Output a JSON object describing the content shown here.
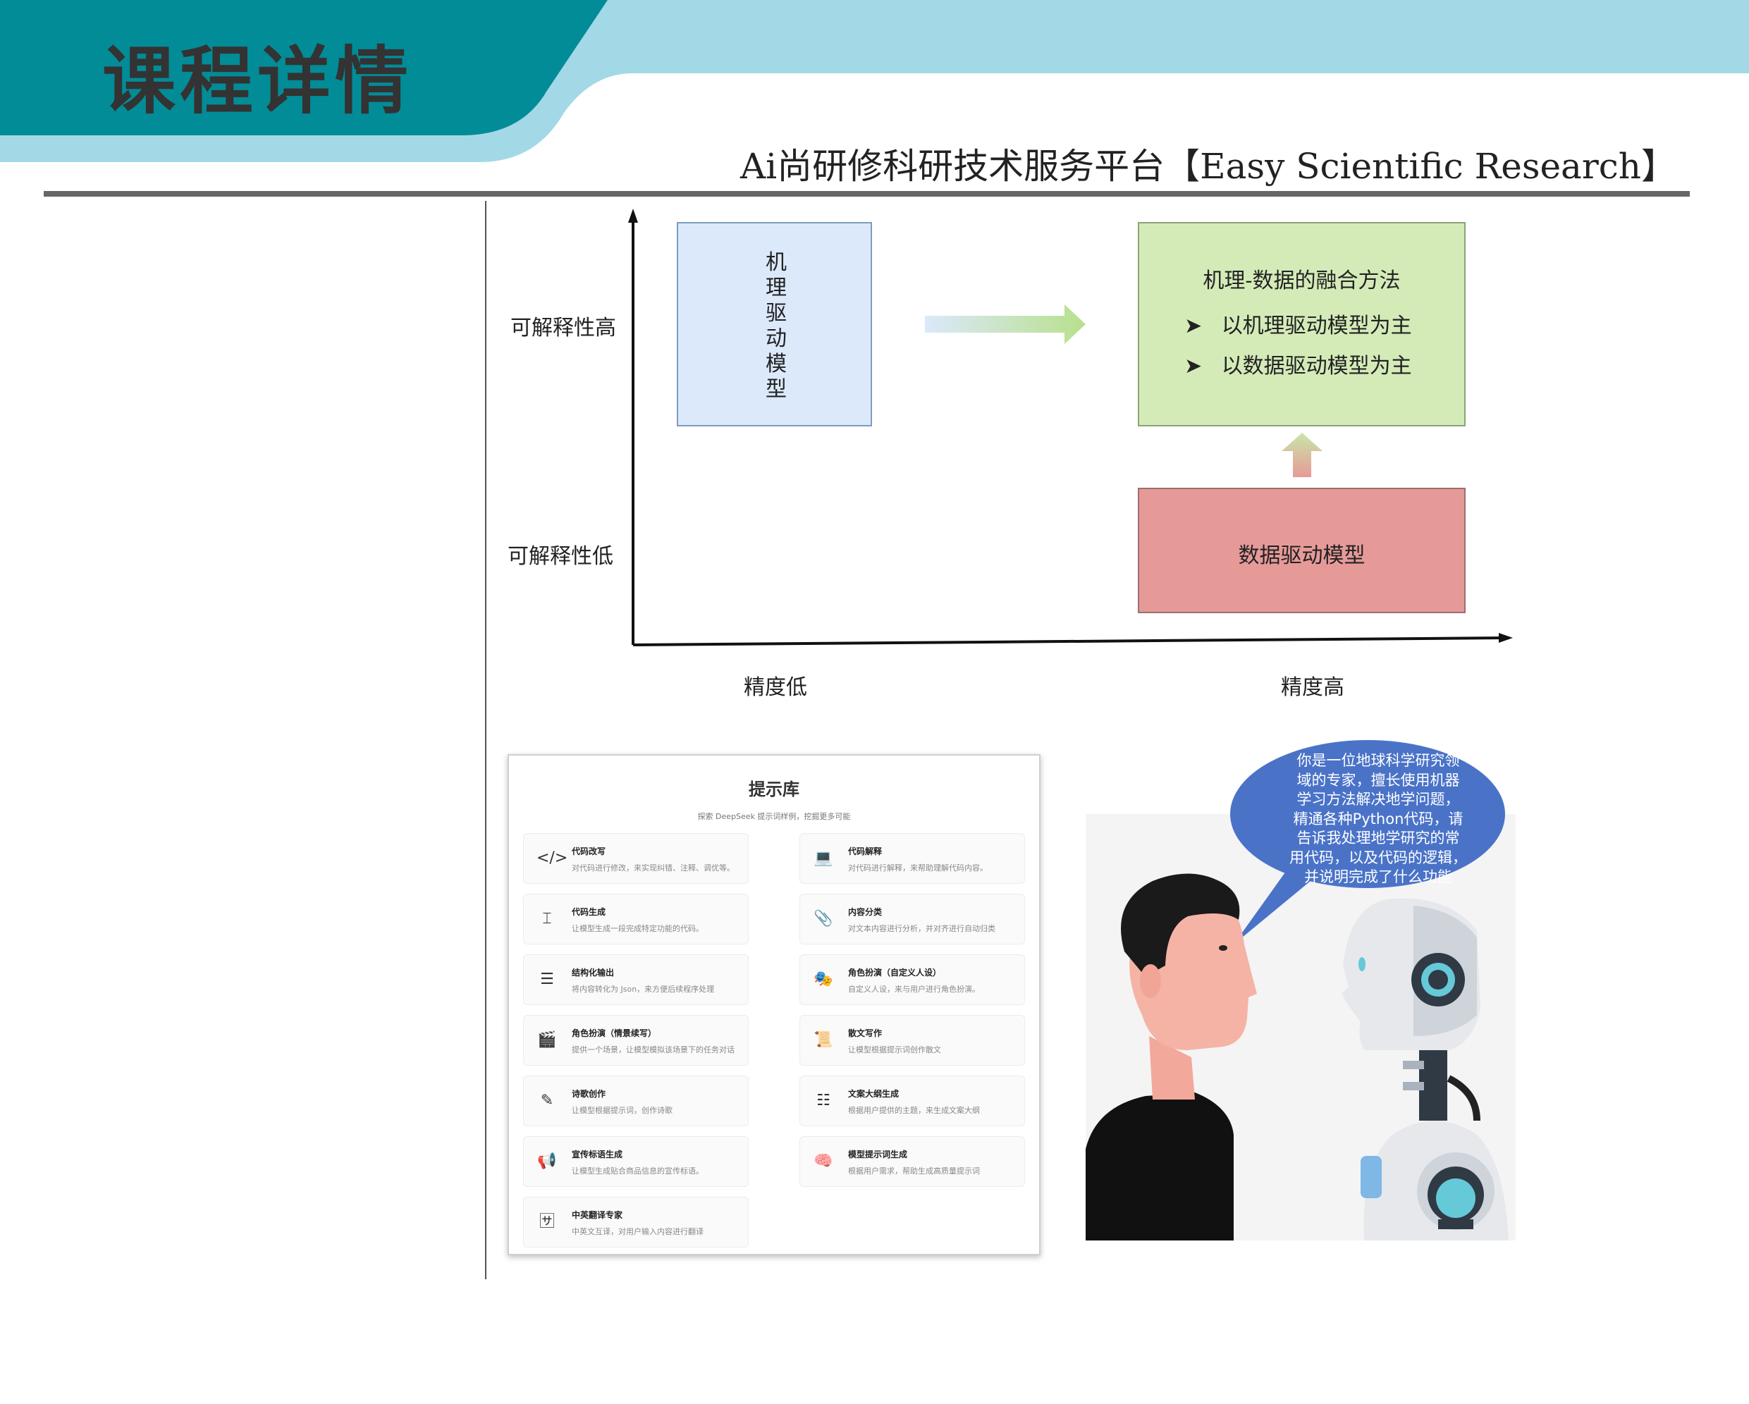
{
  "header": {
    "title": "课程详情",
    "platform": "Ai尚研修科研技术服务平台【Easy Scientific Research】",
    "colors": {
      "dark_teal": "#028c97",
      "light_teal": "#a3d9e6",
      "rule": "#666666"
    }
  },
  "diagram": {
    "y_high_label": "可解释性高",
    "y_low_label": "可解释性低",
    "x_low_label": "精度低",
    "x_high_label": "精度高",
    "mechanism_box": "机理驱动模型",
    "fusion_title": "机理-数据的融合方法",
    "fusion_items": [
      "以机理驱动模型为主",
      "以数据驱动模型为主"
    ],
    "data_box": "数据驱动模型",
    "colors": {
      "blue_box": "#dbe9fb",
      "green_box": "#d4ebb8",
      "red_box": "#e69a98"
    }
  },
  "prompt_library": {
    "title": "提示库",
    "subtitle": "探索 DeepSeek 提示词样例，挖掘更多可能",
    "items": [
      {
        "icon": "code-icon",
        "glyph": "</>",
        "name": "代码改写",
        "desc": "对代码进行修改，来实现纠错、注释、调优等。"
      },
      {
        "icon": "laptop-icon",
        "glyph": "💻",
        "name": "代码解释",
        "desc": "对代码进行解释，来帮助理解代码内容。"
      },
      {
        "icon": "cursor-icon",
        "glyph": "⌶",
        "name": "代码生成",
        "desc": "让模型生成一段完成特定功能的代码。"
      },
      {
        "icon": "paperclip-icon",
        "glyph": "📎",
        "name": "内容分类",
        "desc": "对文本内容进行分析，并对齐进行自动归类"
      },
      {
        "icon": "list-icon",
        "glyph": "☰",
        "name": "结构化输出",
        "desc": "将内容转化为 Json，来方便后续程序处理"
      },
      {
        "icon": "masks-icon",
        "glyph": "🎭",
        "name": "角色扮演（自定义人设）",
        "desc": "自定义人设，来与用户进行角色扮演。"
      },
      {
        "icon": "clapperboard-icon",
        "glyph": "🎬",
        "name": "角色扮演（情景续写）",
        "desc": "提供一个场景，让模型模拟该场景下的任务对话"
      },
      {
        "icon": "scroll-icon",
        "glyph": "📜",
        "name": "散文写作",
        "desc": "让模型根据提示词创作散文"
      },
      {
        "icon": "pencil-icon",
        "glyph": "✎",
        "name": "诗歌创作",
        "desc": "让模型根据提示词，创作诗歌"
      },
      {
        "icon": "bullet-list-icon",
        "glyph": "☷",
        "name": "文案大纲生成",
        "desc": "根据用户提供的主题，来生成文案大纲"
      },
      {
        "icon": "megaphone-icon",
        "glyph": "📢",
        "name": "宣传标语生成",
        "desc": "让模型生成贴合商品信息的宣传标语。"
      },
      {
        "icon": "brain-icon",
        "glyph": "🧠",
        "name": "模型提示词生成",
        "desc": "根据用户需求，帮助生成高质量提示词"
      },
      {
        "icon": "translate-icon",
        "glyph": "🈂",
        "name": "中英翻译专家",
        "desc": "中英文互译，对用户输入内容进行翻译"
      }
    ]
  },
  "illustration": {
    "speech_lines": [
      "你是一位地球科学研究领",
      "域的专家，擅长使用机器",
      "学习方法解决地学问题，",
      "精通各种Python代码，请",
      "告诉我处理地学研究的常",
      "用代码，以及代码的逻辑，",
      "并说明完成了什么功能"
    ],
    "colors": {
      "bubble": "#4a73c8"
    }
  }
}
